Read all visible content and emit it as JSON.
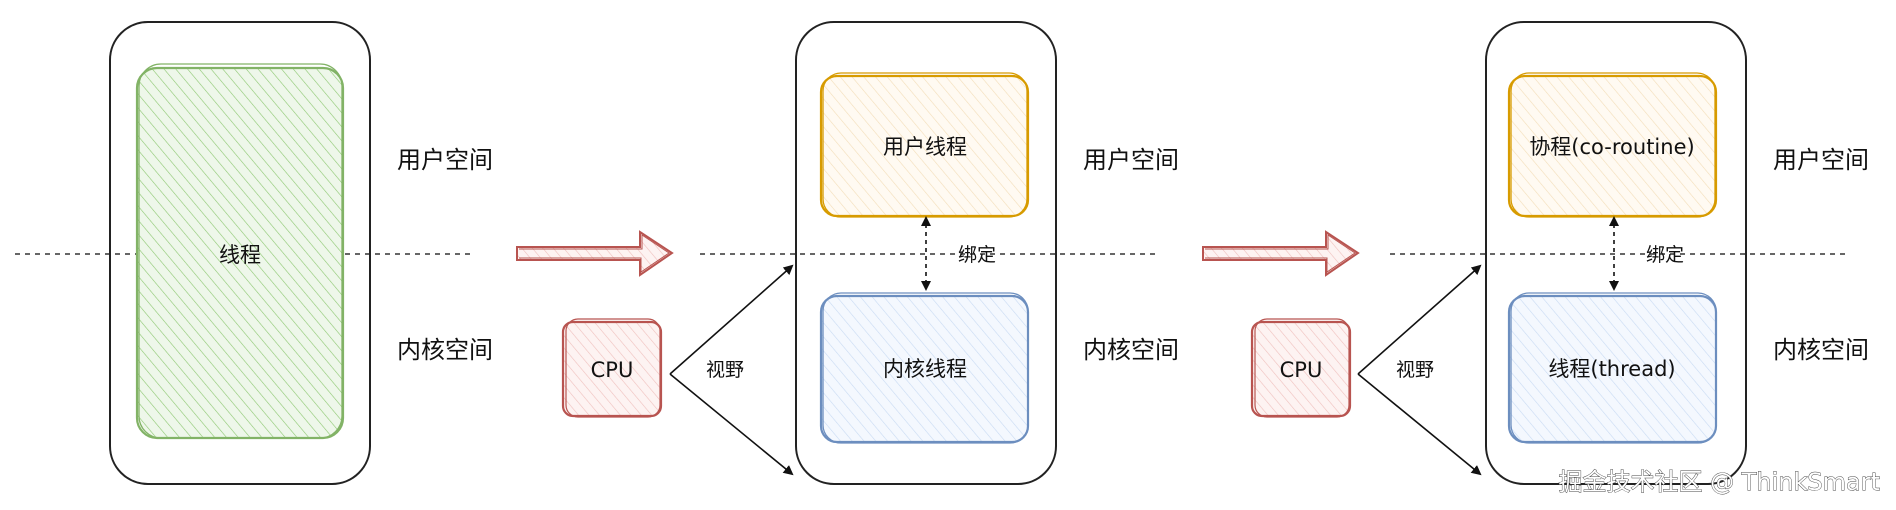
{
  "colors": {
    "green": "#82b366",
    "green_fill": "#d5e8d4",
    "orange": "#d79b00",
    "orange_fill": "#ffe6cc",
    "blue": "#6c8ebf",
    "blue_fill": "#dae8fc",
    "red": "#b85450",
    "red_fill": "#f8cecc"
  },
  "panel1": {
    "thread": "线程",
    "user_space": "用户空间",
    "kernel_space": "内核空间"
  },
  "cpu1": {
    "label": "CPU",
    "view": "视野"
  },
  "panel2": {
    "user_thread": "用户线程",
    "kernel_thread": "内核线程",
    "bind": "绑定",
    "user_space": "用户空间",
    "kernel_space": "内核空间"
  },
  "cpu2": {
    "label": "CPU",
    "view": "视野"
  },
  "panel3": {
    "coroutine": "协程(co-routine)",
    "thread": "线程(thread)",
    "bind": "绑定",
    "user_space": "用户空间",
    "kernel_space": "内核空间"
  },
  "watermark": "掘金技术社区 @ ThinkSmart"
}
